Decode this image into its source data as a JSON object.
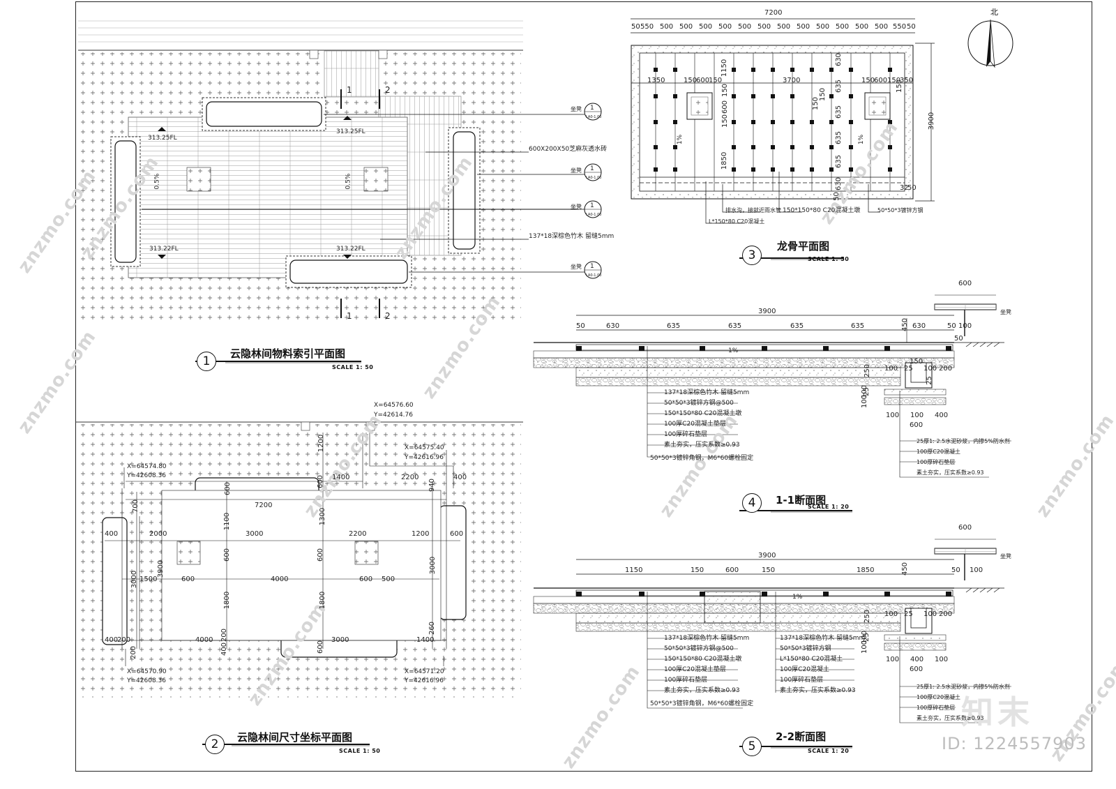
{
  "sheet": {
    "watermark_site": "znzmo.com",
    "watermark_brand": "知末",
    "image_id": "ID: 1224557903",
    "north_label": "北"
  },
  "panels": [
    {
      "number": "1",
      "title": "云隐林间物料索引平面图",
      "scale": "SCALE  1: 50"
    },
    {
      "number": "2",
      "title": "云隐林间尺寸坐标平面图",
      "scale": "SCALE  1: 50"
    },
    {
      "number": "3",
      "title": "龙骨平面图",
      "scale": "SCALE  1: 50"
    },
    {
      "number": "4",
      "title": "1-1断面图",
      "scale": "SCALE  1: 20"
    },
    {
      "number": "5",
      "title": "2-2断面图",
      "scale": "SCALE  1: 20"
    }
  ],
  "plan1": {
    "elevations": [
      "313.25FL",
      "313.25FL",
      "313.22FL",
      "313.22FL"
    ],
    "slopes": [
      "0.5%",
      "0.5%"
    ],
    "section_marks": [
      "1",
      "2",
      "1",
      "2"
    ],
    "callout_seat": "坐凳",
    "callout_ref": "1",
    "callout_sheet": "LA0-1.00",
    "material_paving": "600X200X50芝麻灰透水砖",
    "material_deck": "137*18深棕色竹木  留缝5mm"
  },
  "plan2": {
    "coords": [
      {
        "x": "X=64576.60",
        "y": "Y=42614.76"
      },
      {
        "x": "X=64575.40",
        "y": "Y=42616.96"
      },
      {
        "x": "X=64574.80",
        "y": "Y=42608.36"
      },
      {
        "x": "X=64570.90",
        "y": "Y=42608.36"
      },
      {
        "x": "X=64571.20",
        "y": "Y=42616.96"
      }
    ],
    "dims": [
      "1200",
      "600",
      "1400",
      "2200",
      "400",
      "940",
      "700",
      "7200",
      "600",
      "1100",
      "1300",
      "400",
      "2000",
      "3000",
      "2200",
      "1200",
      "600",
      "600",
      "600",
      "3900",
      "3000",
      "1500",
      "600",
      "4000",
      "600",
      "500",
      "3000",
      "1800",
      "1800",
      "260",
      "400",
      "200",
      "4000",
      "400",
      "200",
      "3000",
      "1400",
      "600",
      "200"
    ]
  },
  "plan3": {
    "overall": "7200",
    "top_dims": [
      "50",
      "550",
      "500",
      "500",
      "500",
      "500",
      "500",
      "500",
      "500",
      "500",
      "500",
      "500",
      "500",
      "500",
      "550",
      "50"
    ],
    "inner_dims": [
      "1350",
      "150",
      "600",
      "150",
      "3700",
      "150",
      "600",
      "150",
      "350"
    ],
    "right_dims": [
      "630",
      "635",
      "635",
      "635",
      "635",
      "630",
      "50"
    ],
    "side_total": "3900",
    "vertical_dims": [
      "1150",
      "150",
      "600",
      "150",
      "1850",
      "150",
      "150",
      "150"
    ],
    "slope": "1%",
    "labels": [
      "排水沟，接就近雨水管",
      "L*150*80  C20混凝土",
      "150*150*80  C20混凝土墩",
      "50*50*3镀锌方钢"
    ],
    "misc": [
      "32",
      "50"
    ]
  },
  "section1": {
    "total": "3900",
    "dims": [
      "50",
      "630",
      "635",
      "635",
      "635",
      "635",
      "630",
      "50",
      "100"
    ],
    "bench_width": "600",
    "bench_label": "坐凳",
    "height": "450",
    "slope": "1%",
    "right_dims": [
      "150",
      "100",
      "25",
      "100",
      "200",
      "250",
      "100",
      "25",
      "100",
      "100",
      "100",
      "400",
      "100",
      "600",
      "25",
      "50"
    ],
    "layers": [
      "137*18深棕色竹木  留缝5mm",
      "50*50*3镀锌方钢@500",
      "150*150*80  C20混凝土墩",
      "100厚C20混凝土垫层",
      "100厚碎石垫层",
      "素土夯实，压实系数≥0.93",
      "50*50*3镀锌角钢，M6*60螺栓固定"
    ],
    "drain_layers": [
      "25厚1: 2.5水泥砂浆，内掺5%防水剂",
      "100厚C20混凝土",
      "100厚碎石垫层",
      "素土夯实，压实系数≥0.93"
    ]
  },
  "section2": {
    "total": "3900",
    "dims": [
      "1150",
      "150",
      "600",
      "150",
      "1850",
      "50",
      "100"
    ],
    "bench_width": "600",
    "bench_label": "坐凳",
    "height": "450",
    "slope": "1%",
    "right_dims": [
      "100",
      "25",
      "100",
      "200",
      "250",
      "100",
      "25",
      "100",
      "100",
      "400",
      "100",
      "600"
    ],
    "layers_a": [
      "137*18深棕色竹木  留缝5mm",
      "50*50*3镀锌方钢@500",
      "150*150*80  C20混凝土墩",
      "100厚C20混凝土垫层",
      "100厚碎石垫层",
      "素土夯实，压实系数≥0.93",
      "50*50*3镀锌角钢，M6*60螺栓固定"
    ],
    "layers_b": [
      "137*18深棕色竹木  留缝5mm",
      "50*50*3镀锌方钢",
      "L*150*80  C20混凝土",
      "100厚C20混凝土",
      "100厚碎石垫层",
      "素土夯实，压实系数≥0.93"
    ],
    "drain_layers": [
      "25厚1: 2.5水泥砂浆，内掺5%防水剂",
      "100厚C20混凝土",
      "100厚碎石垫层",
      "素土夯实，压实系数≥0.93"
    ]
  }
}
